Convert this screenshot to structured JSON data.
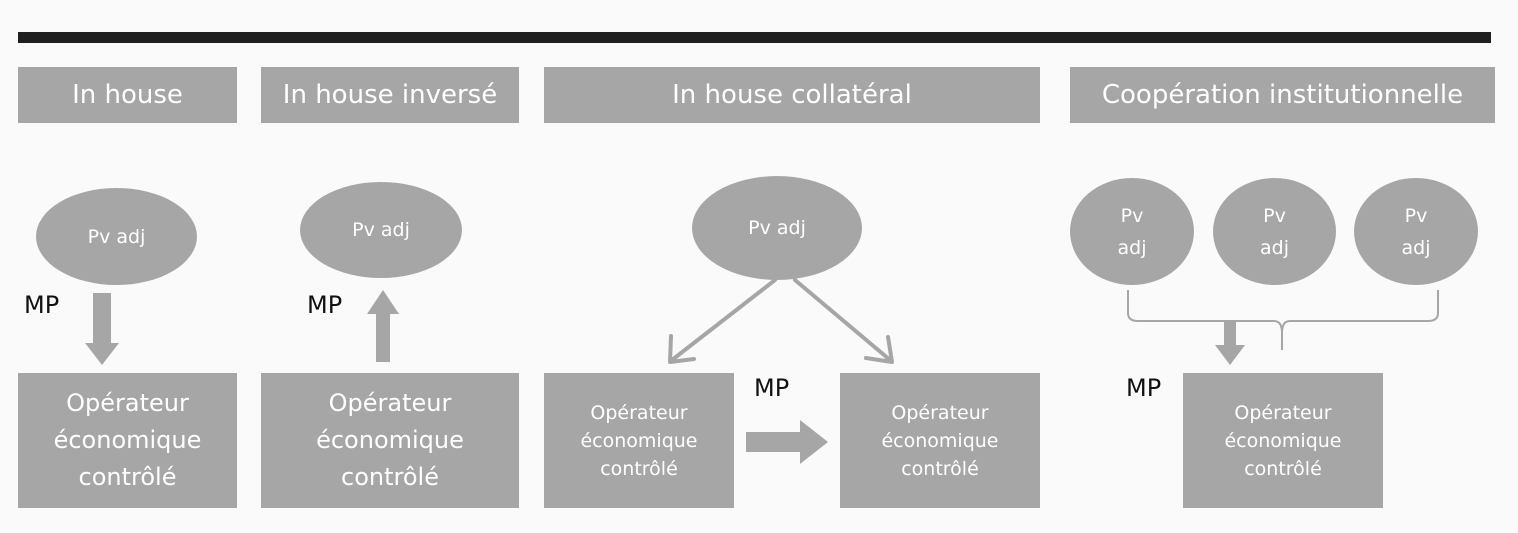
{
  "headers": {
    "in_house": "In house",
    "in_house_inverse": "In house inversé",
    "in_house_collateral": "In house collatéral",
    "cooperation": "Coopération institutionnelle"
  },
  "nodes": {
    "pv_adj": "Pv adj",
    "pv_adj_wrapped": "Pv\nadj",
    "operateur": "Opérateur\néconomique\ncontrôlé",
    "mp": "MP"
  },
  "colors": {
    "shape_fill": "#a6a6a6",
    "bar": "#1f1f1f",
    "text_on_shape": "#ffffff",
    "label": "#111111"
  }
}
